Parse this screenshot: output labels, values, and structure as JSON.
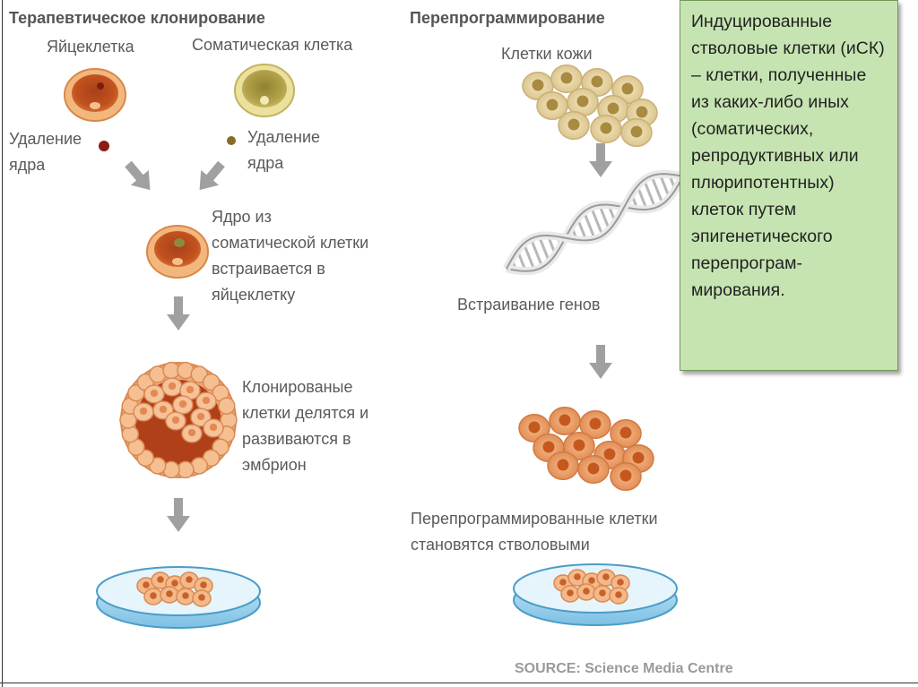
{
  "left_column": {
    "title": "Терапевтическое клонирование",
    "egg_label": "Яйцеклетка",
    "somatic_label": "Соматическая клетка",
    "removal_left": [
      "Удаление",
      "ядра"
    ],
    "removal_right": [
      "Удаление",
      "ядра"
    ],
    "insert_label": [
      "Ядро из",
      "соматической клетки",
      "встраивается в",
      "яйцеклетку"
    ],
    "cloned_label": [
      "Клонированые",
      "клетки делятся и",
      "развиваются в",
      "эмбрион"
    ]
  },
  "right_column": {
    "title": "Перепрограммирование",
    "skin_label": "Клетки кожи",
    "genes_label": "Встраивание генов",
    "result_label": [
      "Перепрограммированные клетки",
      "становятся стволовыми"
    ]
  },
  "note": {
    "text": "Индуцированные стволовые клетки (иСК) – клетки, полученные из каких-либо иных (соматических, репродуктивных или плюрипотентных) клеток путем эпигенетического перепрограм-мирования."
  },
  "source": "SOURCE: Science Media Centre",
  "colors": {
    "arrow": "#a0a0a0",
    "egg_fill": "#c2521f",
    "somatic_fill": "#b2a24a",
    "skin_cell": "#ead8a8",
    "stem_cell": "#e8965c",
    "dish": "#8ccbea",
    "note_bg": "#c6e4b1"
  }
}
